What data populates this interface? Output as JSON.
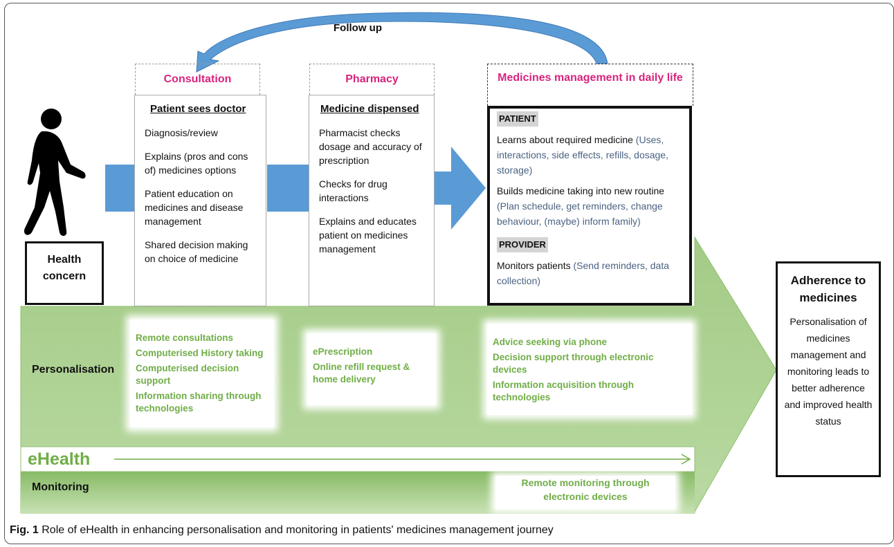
{
  "follow_up": "Follow up",
  "health_concern": "Health concern",
  "stages": [
    {
      "title": "Consultation",
      "heading": "Patient sees doctor",
      "items": [
        "Diagnosis/review",
        "Explains (pros and cons of) medicines options",
        "Patient education on medicines and disease management",
        "Shared decision making on choice of medicine"
      ]
    },
    {
      "title": "Pharmacy",
      "heading": "Medicine dispensed",
      "items": [
        "Pharmacist checks dosage and accuracy of prescription",
        "Checks for drug interactions",
        "Explains and educates patient on medicines management"
      ]
    },
    {
      "title": "Medicines management in daily life",
      "patient_label": "PATIENT",
      "patient_items": [
        {
          "main": "Learns about required medicine",
          "detail": "(Uses, interactions, side effects, refills, dosage, storage)"
        },
        {
          "main": "Builds medicine taking into new routine",
          "detail": "(Plan schedule, get reminders, change behaviour, (maybe) inform family)"
        }
      ],
      "provider_label": "PROVIDER",
      "provider_items": [
        {
          "main": "Monitors patients",
          "detail": "(Send reminders, data collection)"
        }
      ]
    }
  ],
  "personalisation": {
    "label": "Personalisation",
    "consultation": [
      "Remote consultations",
      "Computerised History taking",
      "Computerised decision support",
      "Information sharing through technologies"
    ],
    "pharmacy": [
      "ePrescription",
      "Online refill request & home delivery"
    ],
    "daily_life": [
      "Advice seeking via phone",
      "Decision support through electronic devices",
      "Information acquisition through technologies"
    ]
  },
  "ehealth": "eHealth",
  "monitoring": {
    "label": "Monitoring",
    "daily_life": "Remote monitoring through electronic devices"
  },
  "adherence": {
    "title": "Adherence to medicines",
    "description": "Personalisation of medicines management and monitoring leads to better adherence and improved health status"
  },
  "caption": {
    "label": "Fig. 1",
    "text": "Role of eHealth in enhancing personalisation and monitoring in patients' medicines management journey"
  },
  "colors": {
    "accent_pink": "#d8247e",
    "green_text": "#70ad47",
    "green_band": "#a9cf8e",
    "blue_shape": "#5b9bd5"
  }
}
